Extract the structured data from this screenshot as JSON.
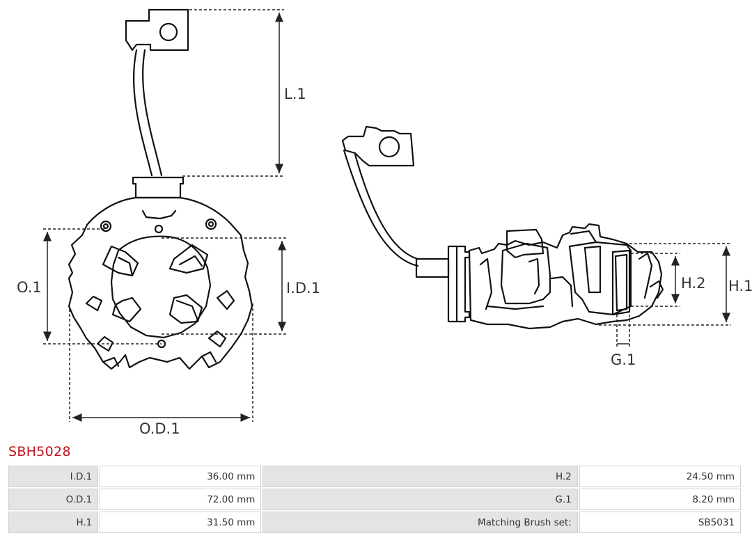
{
  "product": {
    "part_number": "SBH5028"
  },
  "diagram": {
    "dimension_labels": {
      "length": "L.1",
      "outer_diameter": "O.1",
      "inner_diameter": "I.D.1",
      "outside_diameter": "O.D.1",
      "height_2": "H.2",
      "height_1": "H.1",
      "gap": "G.1"
    }
  },
  "specs": [
    {
      "label": "I.D.1",
      "value": "36.00 mm",
      "label2": "H.2",
      "value2": "24.50 mm"
    },
    {
      "label": "O.D.1",
      "value": "72.00 mm",
      "label2": "G.1",
      "value2": "8.20 mm"
    },
    {
      "label": "H.1",
      "value": "31.50 mm",
      "label2": "Matching Brush set:",
      "value2": "SB5031"
    }
  ]
}
